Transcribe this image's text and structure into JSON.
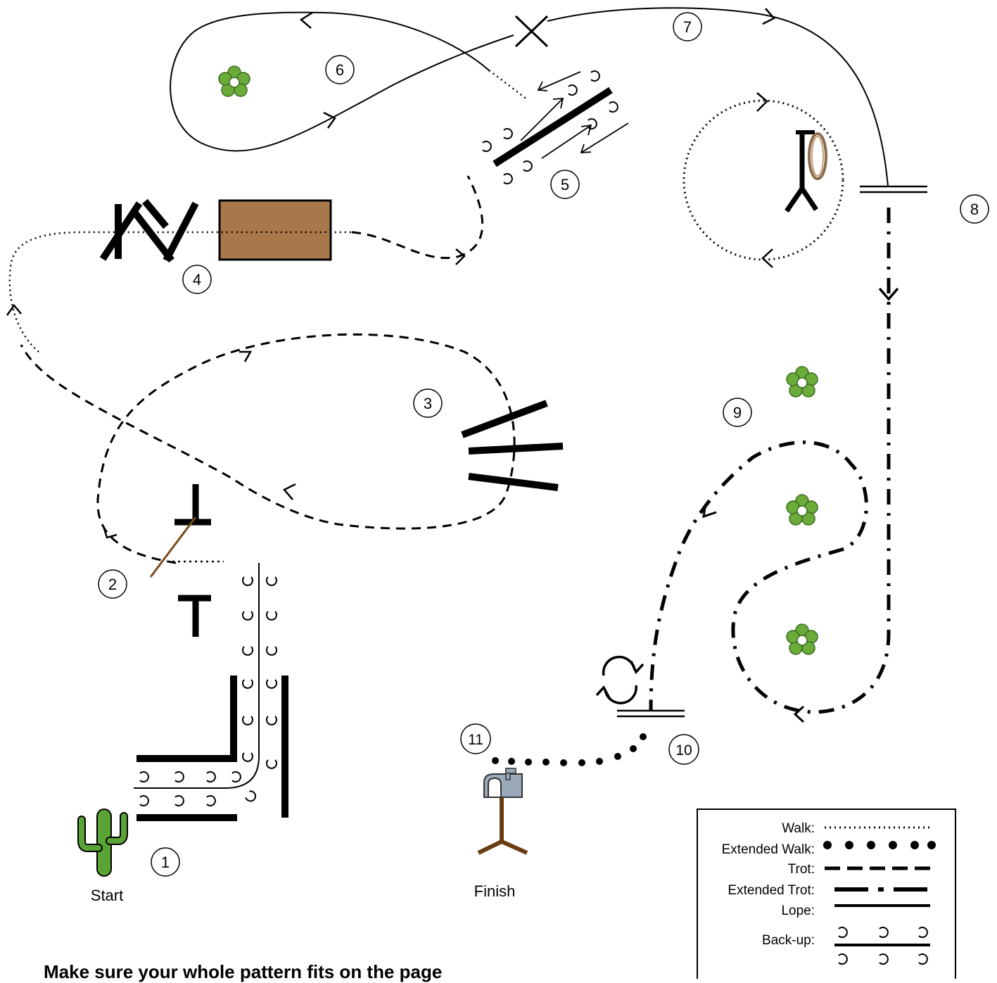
{
  "labels": {
    "start": "Start",
    "finish": "Finish"
  },
  "stations": [
    "1",
    "2",
    "3",
    "4",
    "5",
    "6",
    "7",
    "8",
    "9",
    "10",
    "11"
  ],
  "legend": {
    "walk": "Walk:",
    "extended_walk": "Extended Walk:",
    "trot": "Trot:",
    "extended_trot": "Extended Trot:",
    "lope": "Lope:",
    "backup": "Back-up:"
  },
  "footer_title": "Make sure your whole pattern fits on the page",
  "colors": {
    "line": "#000000",
    "cactus": "#5aa335",
    "flower_petal": "#6aab3a",
    "bridge_fill": "#a9784a",
    "gate_pole": "#7a4a1a",
    "mailbox": "#9aaabb",
    "mailbox_post": "#6b3b12",
    "rope": "#8b6a4a"
  },
  "icons": [
    "cactus-icon",
    "flower-icon",
    "mailbox-icon",
    "rope-post-icon",
    "gate-icon",
    "turnaround-icon",
    "horseshoe-icon"
  ]
}
